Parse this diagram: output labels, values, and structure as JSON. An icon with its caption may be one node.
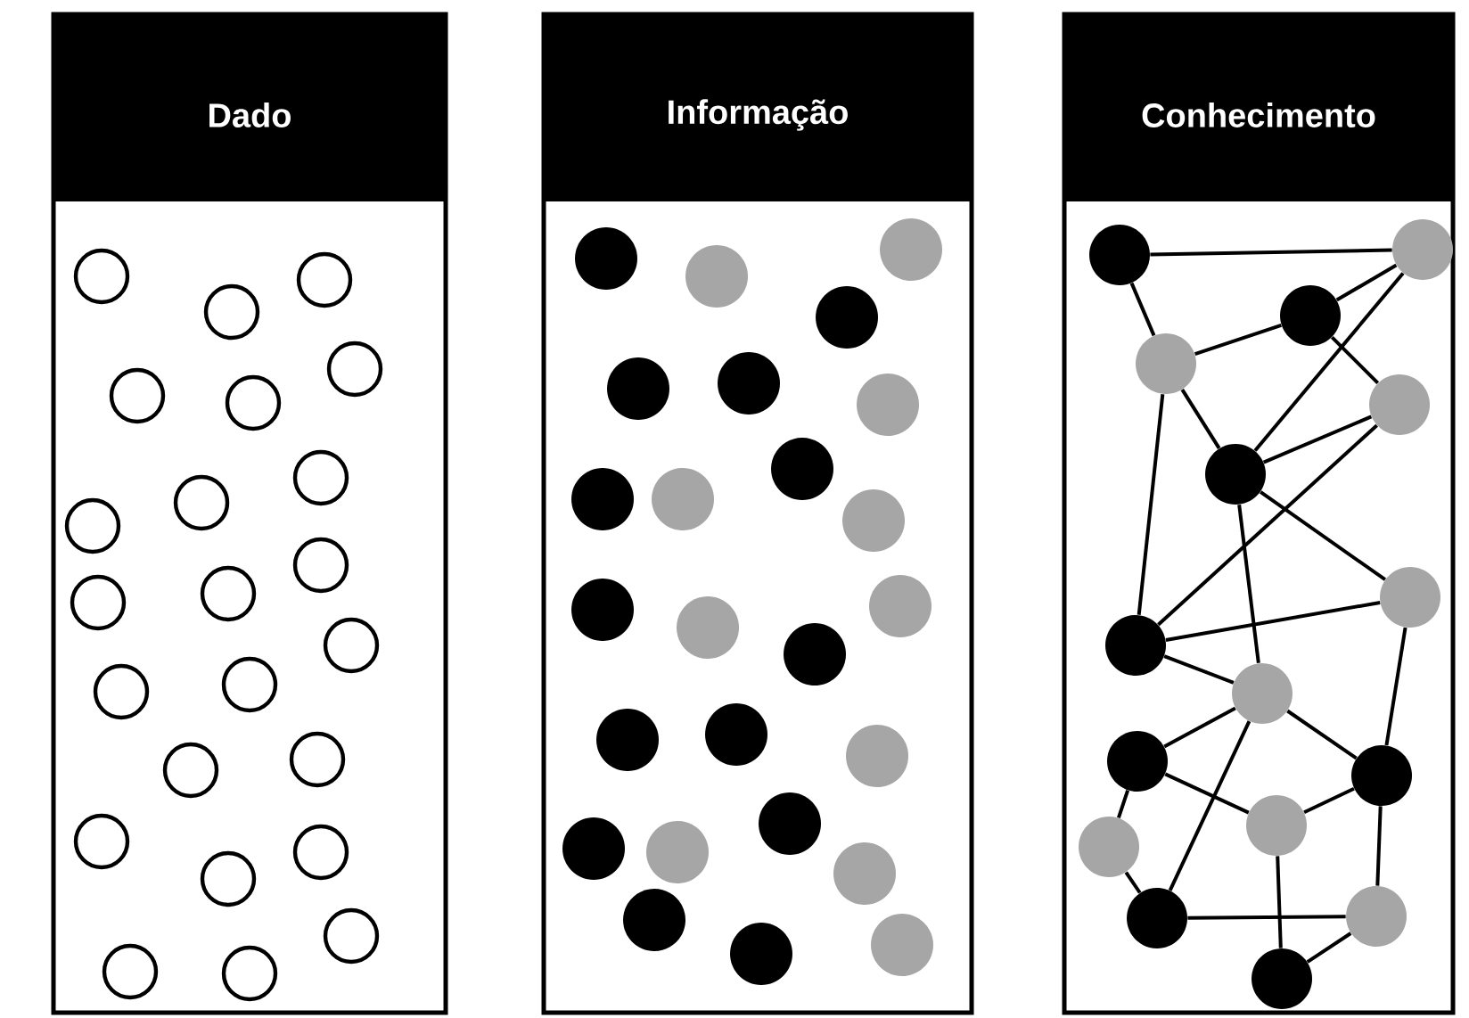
{
  "diagram": {
    "nodes": [
      {
        "text": [
          "Dado"
        ]
      },
      {
        "text": [
          "Informação"
        ]
      },
      {
        "text": [
          "Conhecimento"
        ]
      },
      {
        "text": [],
        "shape": "circle",
        "in": 2
      },
      {
        "text": [],
        "shape": "circle",
        "in": 2
      },
      {
        "text": [],
        "shape": "circle",
        "in": 2
      },
      {
        "text": [],
        "shape": "circle",
        "in": 2
      },
      {
        "text": [],
        "shape": "circle",
        "in": 2
      },
      {
        "text": [],
        "shape": "circle",
        "in": 2
      },
      {
        "text": [],
        "shape": "circle",
        "in": 2
      },
      {
        "text": [],
        "shape": "circle",
        "in": 2
      },
      {
        "text": [],
        "shape": "circle",
        "in": 2
      },
      {
        "text": [],
        "shape": "circle",
        "in": 2
      },
      {
        "text": [],
        "shape": "circle",
        "in": 2
      },
      {
        "text": [],
        "shape": "circle",
        "in": 2
      },
      {
        "text": [],
        "shape": "circle",
        "in": 2
      },
      {
        "text": [],
        "shape": "circle",
        "in": 2
      },
      {
        "text": [],
        "shape": "circle",
        "in": 2
      },
      {
        "text": [],
        "shape": "circle",
        "in": 2
      }
    ],
    "edges": [
      {
        "from": 4,
        "to": 3,
        "arrow": "none"
      },
      {
        "from": 4,
        "to": 6,
        "arrow": "none"
      },
      {
        "from": 6,
        "to": 5,
        "arrow": "none"
      },
      {
        "from": 5,
        "to": 3,
        "arrow": "none"
      },
      {
        "from": 5,
        "to": 7,
        "arrow": "none"
      },
      {
        "from": 8,
        "to": 3,
        "arrow": "none"
      },
      {
        "from": 6,
        "to": 8,
        "arrow": "none"
      },
      {
        "from": 8,
        "to": 7,
        "arrow": "none"
      },
      {
        "from": 8,
        "to": 9,
        "arrow": "none"
      },
      {
        "from": 6,
        "to": 10,
        "arrow": "none"
      },
      {
        "from": 10,
        "to": 7,
        "arrow": "none"
      },
      {
        "from": 10,
        "to": 9,
        "arrow": "none"
      },
      {
        "from": 10,
        "to": 11,
        "arrow": "none"
      },
      {
        "from": 8,
        "to": 11,
        "arrow": "none"
      },
      {
        "from": 11,
        "to": 12,
        "arrow": "none"
      },
      {
        "from": 11,
        "to": 13,
        "arrow": "none"
      },
      {
        "from": 11,
        "to": 17,
        "arrow": "none"
      },
      {
        "from": 12,
        "to": 14,
        "arrow": "none"
      },
      {
        "from": 12,
        "to": 15,
        "arrow": "none"
      },
      {
        "from": 15,
        "to": 17,
        "arrow": "none"
      },
      {
        "from": 14,
        "to": 13,
        "arrow": "none"
      },
      {
        "from": 13,
        "to": 9,
        "arrow": "none"
      },
      {
        "from": 13,
        "to": 16,
        "arrow": "none"
      },
      {
        "from": 17,
        "to": 16,
        "arrow": "none"
      },
      {
        "from": 14,
        "to": 18,
        "arrow": "none"
      },
      {
        "from": 18,
        "to": 16,
        "arrow": "none"
      }
    ]
  }
}
